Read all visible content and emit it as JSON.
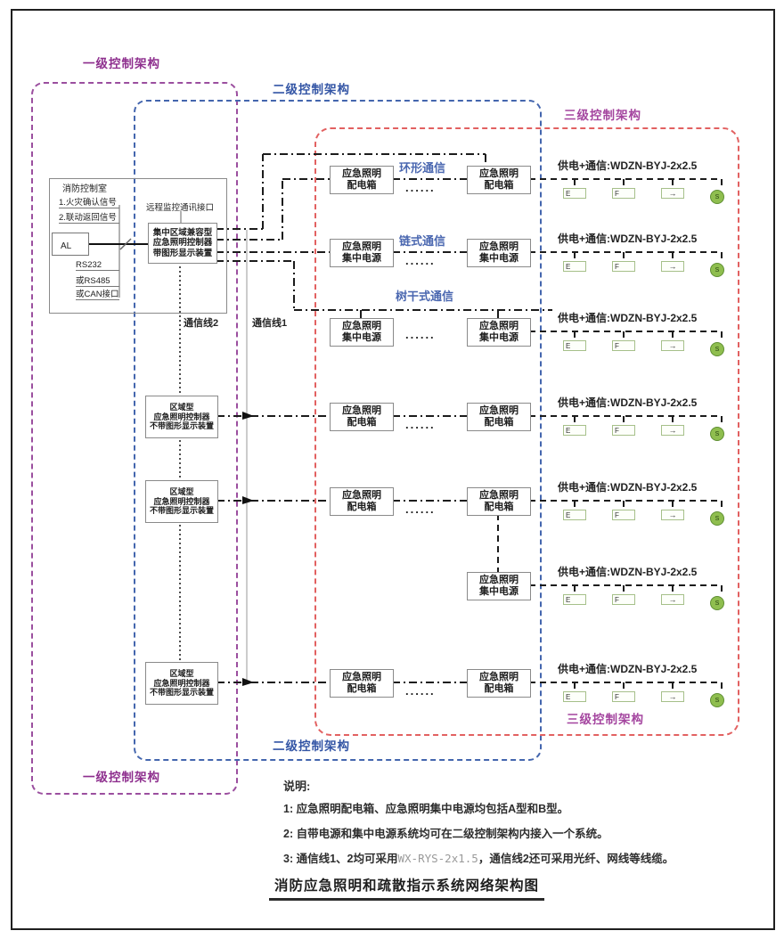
{
  "zones": {
    "level1": {
      "label": "一级控制架构"
    },
    "level2": {
      "label": "二级控制架构"
    },
    "level3": {
      "label": "三级控制架构"
    }
  },
  "fire_room": {
    "title": "消防控制室",
    "signal1": "1.火灾确认信号",
    "signal2": "2.联动返回信号",
    "al_label": "AL",
    "port1": "RS232",
    "port2": "或RS485",
    "port3": "或CAN接口",
    "remote_label": "远程监控通讯接口",
    "controller": "集中区域兼容型\n应急照明控制器\n带图形显示装置"
  },
  "comm_lines": {
    "line2": "通信线2",
    "line1": "通信线1"
  },
  "labels": {
    "dist_box": "应急照明\n配电箱",
    "central_power": "应急照明\n集中电源",
    "regional_controller": "区域型\n应急照明控制器\n不带图形显示装置",
    "dots": "......",
    "ring": "环形通信",
    "chain": "链式通信",
    "trunk": "树干式通信",
    "power_comm": "供电+通信:WDZN-BYJ-2x2.5"
  },
  "luminaires": {
    "lamp1": "E",
    "lamp2": "F",
    "arrow": "→",
    "round": "S"
  },
  "notes": {
    "heading": "说明:",
    "item1": "1: 应急照明配电箱、应急照明集中电源均包括A型和B型。",
    "item2": "2: 自带电源和集中电源系统均可在二级控制架构内接入一个系统。",
    "item3": {
      "prefix": "3: 通信线1、2均可采用",
      "code": "WX-RYS-2x1.5",
      "suffix": "，通信线2还可采用光纤、网线等线缆。"
    }
  },
  "title": "消防应急照明和疏散指示系统网络架构图"
}
